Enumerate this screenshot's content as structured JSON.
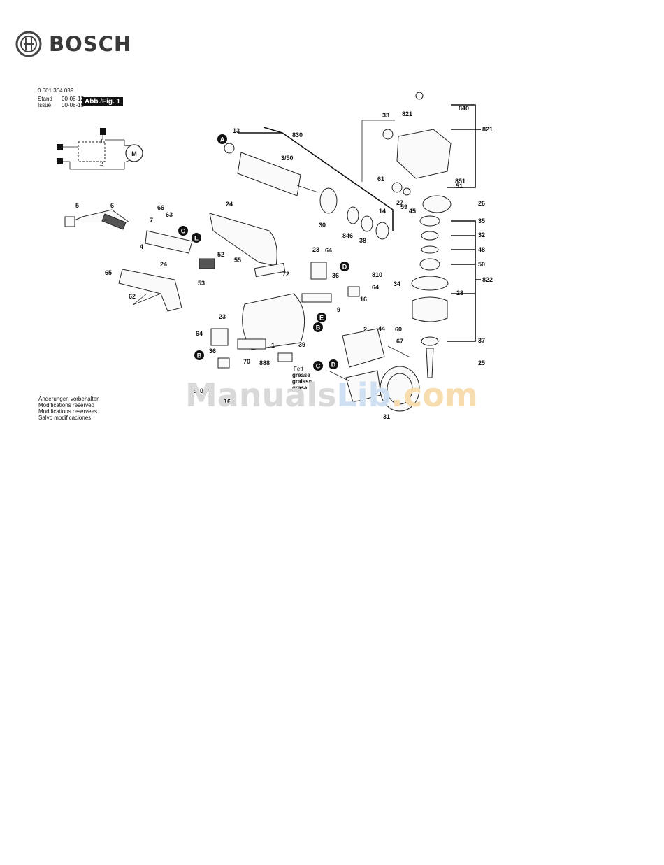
{
  "brand": {
    "name": "BOSCH"
  },
  "doc": {
    "number": "0 601 364 039",
    "stand_label": "Stand",
    "issue_label": "Issue",
    "date_old": "00-08-12",
    "date_new": "00-08-15",
    "figure_label": "Abb./Fig. 1"
  },
  "schematic": {
    "motor_label": "M",
    "terminal_1": "1",
    "terminal_2": "2"
  },
  "grease_labels": [
    "Fett",
    "grease",
    "graisse",
    "grasa"
  ],
  "letter_markers": [
    "A",
    "B",
    "B",
    "C",
    "C",
    "D",
    "D",
    "E",
    "E"
  ],
  "notes": [
    "Änderungen vorbehalten",
    "Modifications reserved",
    "Modifications reservees",
    "Salvo modificaciones"
  ],
  "watermark": {
    "part1": "Manuals",
    "part2": "Lib",
    "part3": ".com"
  },
  "part_numbers": [
    "1",
    "2",
    "4",
    "5",
    "6",
    "7",
    "9",
    "13",
    "14",
    "16",
    "16",
    "23",
    "23",
    "24",
    "24",
    "25",
    "26",
    "27",
    "28",
    "30",
    "31",
    "32",
    "33",
    "34",
    "35",
    "36",
    "36",
    "37",
    "38",
    "39",
    "44",
    "45",
    "48",
    "50",
    "51",
    "52",
    "53",
    "55",
    "59",
    "60",
    "61",
    "62",
    "63",
    "64",
    "64",
    "64",
    "64",
    "65",
    "66",
    "67",
    "70",
    "72",
    "810",
    "810",
    "821",
    "821",
    "822",
    "830",
    "840",
    "846",
    "851",
    "888",
    "3/50"
  ]
}
